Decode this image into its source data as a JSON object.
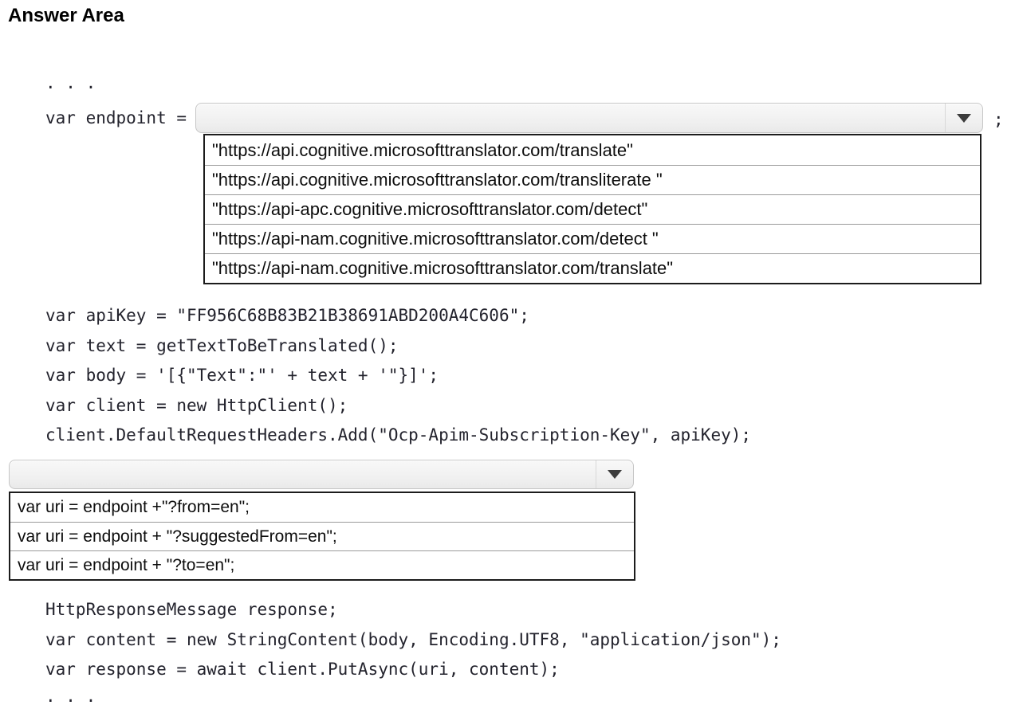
{
  "page": {
    "title": "Answer Area"
  },
  "code": {
    "dots_top": ". . .",
    "endpoint_label": "var endpoint = ",
    "endpoint_semicolon": ";",
    "block1": [
      "var apiKey = \"FF956C68B83B21B38691ABD200A4C606\";",
      "var text = getTextToBeTranslated();",
      "var body = '[{\"Text\":\"' + text + '\"}]';",
      "var client = new HttpClient();",
      "client.DefaultRequestHeaders.Add(\"Ocp-Apim-Subscription-Key\", apiKey);"
    ],
    "block2": [
      "HttpResponseMessage response;",
      "var content = new StringContent(body, Encoding.UTF8, \"application/json\");",
      "var response = await client.PutAsync(uri, content);"
    ],
    "dots_bottom": ". . ."
  },
  "dropdown1": {
    "selected_value": "",
    "options": [
      "\"https://api.cognitive.microsofttranslator.com/translate\"",
      "\"https://api.cognitive.microsofttranslator.com/transliterate \"",
      "\"https://api-apc.cognitive.microsofttranslator.com/detect\"",
      "\"https://api-nam.cognitive.microsofttranslator.com/detect \"",
      "\"https://api-nam.cognitive.microsofttranslator.com/translate\""
    ]
  },
  "dropdown2": {
    "selected_value": "",
    "options": [
      "var uri = endpoint +\"?from=en\";",
      "var uri = endpoint + \"?suggestedFrom=en\";",
      "var uri = endpoint + \"?to=en\";"
    ]
  }
}
